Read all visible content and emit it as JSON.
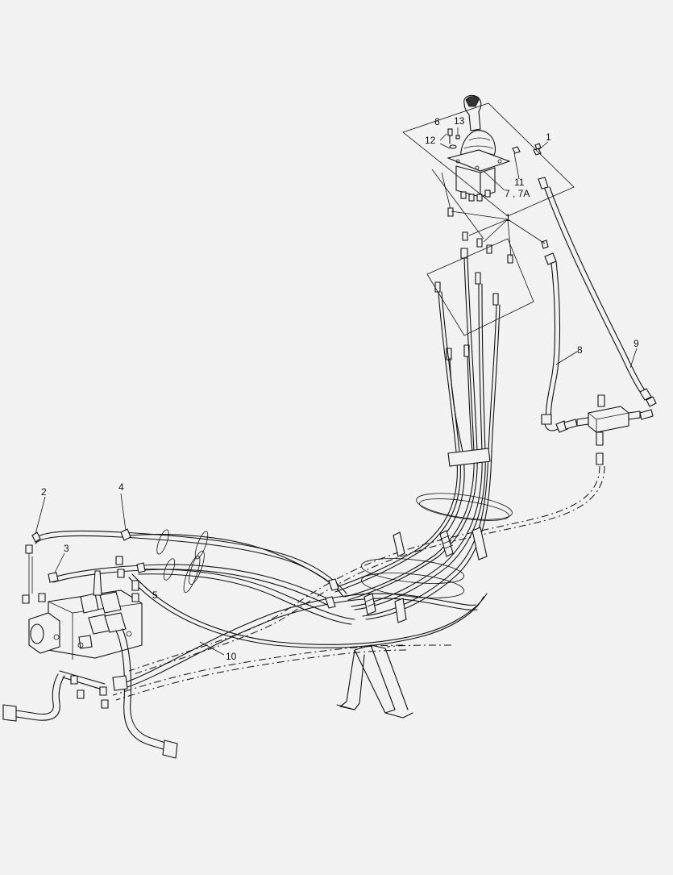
{
  "callouts": [
    {
      "id": "c1a",
      "text": "1"
    },
    {
      "id": "c1b",
      "text": "1"
    },
    {
      "id": "c2",
      "text": "2"
    },
    {
      "id": "c3",
      "text": "3"
    },
    {
      "id": "c4",
      "text": "4"
    },
    {
      "id": "c5",
      "text": "5"
    },
    {
      "id": "c6",
      "text": "6"
    },
    {
      "id": "c7",
      "text": "7 ,  7A"
    },
    {
      "id": "c8",
      "text": "8"
    },
    {
      "id": "c9",
      "text": "9"
    },
    {
      "id": "c10",
      "text": "10"
    },
    {
      "id": "c11",
      "text": "11"
    },
    {
      "id": "c12",
      "text": "12"
    },
    {
      "id": "c13",
      "text": "13"
    }
  ]
}
